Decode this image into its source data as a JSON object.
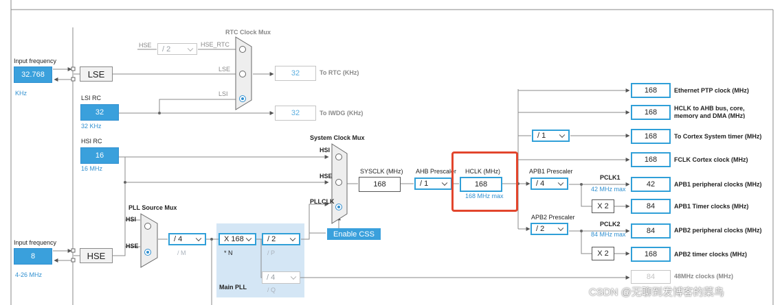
{
  "left_inputs": {
    "lse_input": {
      "title": "Input frequency",
      "value": "32.768",
      "unit": "KHz"
    },
    "hse_input": {
      "title": "Input frequency",
      "value": "8",
      "unit": "4-26 MHz"
    }
  },
  "oscillators": {
    "lse": "LSE",
    "hse": "HSE",
    "lsi_rc": {
      "title": "LSI RC",
      "value": "32",
      "unit": "32 KHz"
    },
    "hsi_rc": {
      "title": "HSI RC",
      "value": "16",
      "unit": "16 MHz"
    }
  },
  "rtc": {
    "title": "RTC Clock Mux",
    "hse_div": "/ 2",
    "in_hse": "HSE",
    "in_hse_rtc": "HSE_RTC",
    "in_lse": "LSE",
    "in_lsi": "LSI",
    "out_value": "32",
    "out_label": "To RTC (KHz)",
    "iwdg_value": "32",
    "iwdg_label": "To IWDG (KHz)"
  },
  "pll_mux": {
    "title": "PLL Source Mux",
    "hsi": "HSI",
    "hse": "HSE"
  },
  "pll": {
    "m_value": "/ 4",
    "m_label": "/ M",
    "n_value": "X 168",
    "n_label": "* N",
    "p_value": "/ 2",
    "p_label": "/ P",
    "q_value": "/ 4",
    "q_label": "/ Q",
    "area_label": "Main PLL",
    "out_48_value": "84",
    "out_48_label": "48MHz clocks (MHz)"
  },
  "sys_mux": {
    "title": "System Clock Mux",
    "hsi": "HSI",
    "hse": "HSE",
    "pllclk": "PLLCLK",
    "enable_css": "Enable CSS"
  },
  "sysclk": {
    "label": "SYSCLK (MHz)",
    "value": "168"
  },
  "ahb": {
    "label": "AHB Prescaler",
    "value": "/ 1"
  },
  "hclk": {
    "label": "HCLK (MHz)",
    "value": "168",
    "max": "168 MHz max"
  },
  "apb1": {
    "label": "APB1 Prescaler",
    "value": "/ 4",
    "pclk_label": "PCLK1",
    "pclk_max": "42 MHz max",
    "timer_mult": "X 2"
  },
  "apb2": {
    "label": "APB2 Prescaler",
    "value": "/ 2",
    "pclk_label": "PCLK2",
    "pclk_max": "84 MHz max",
    "timer_mult": "X 2"
  },
  "cortex_div": "/ 1",
  "outputs": [
    {
      "value": "168",
      "label": "Ethernet PTP clock (MHz)"
    },
    {
      "value": "168",
      "label": "HCLK to AHB bus, core,"
    },
    {
      "value": "168",
      "label": "To Cortex System timer (MHz)"
    },
    {
      "value": "168",
      "label": "FCLK Cortex clock (MHz)"
    },
    {
      "value": "42",
      "label": "APB1 peripheral clocks (MHz)"
    },
    {
      "value": "84",
      "label": "APB1 Timer clocks (MHz)"
    },
    {
      "value": "84",
      "label": "APB2 peripheral clocks (MHz)"
    },
    {
      "value": "168",
      "label": "APB2 timer clocks (MHz)"
    }
  ],
  "hclk_output_label_line2": "memory and DMA (MHz)",
  "watermark": "CSDN @无聊到发博客的菜鸟",
  "colors": {
    "accent": "#3aa0dc",
    "highlight": "#e2452c",
    "pll_area": "#d4e6f5"
  }
}
